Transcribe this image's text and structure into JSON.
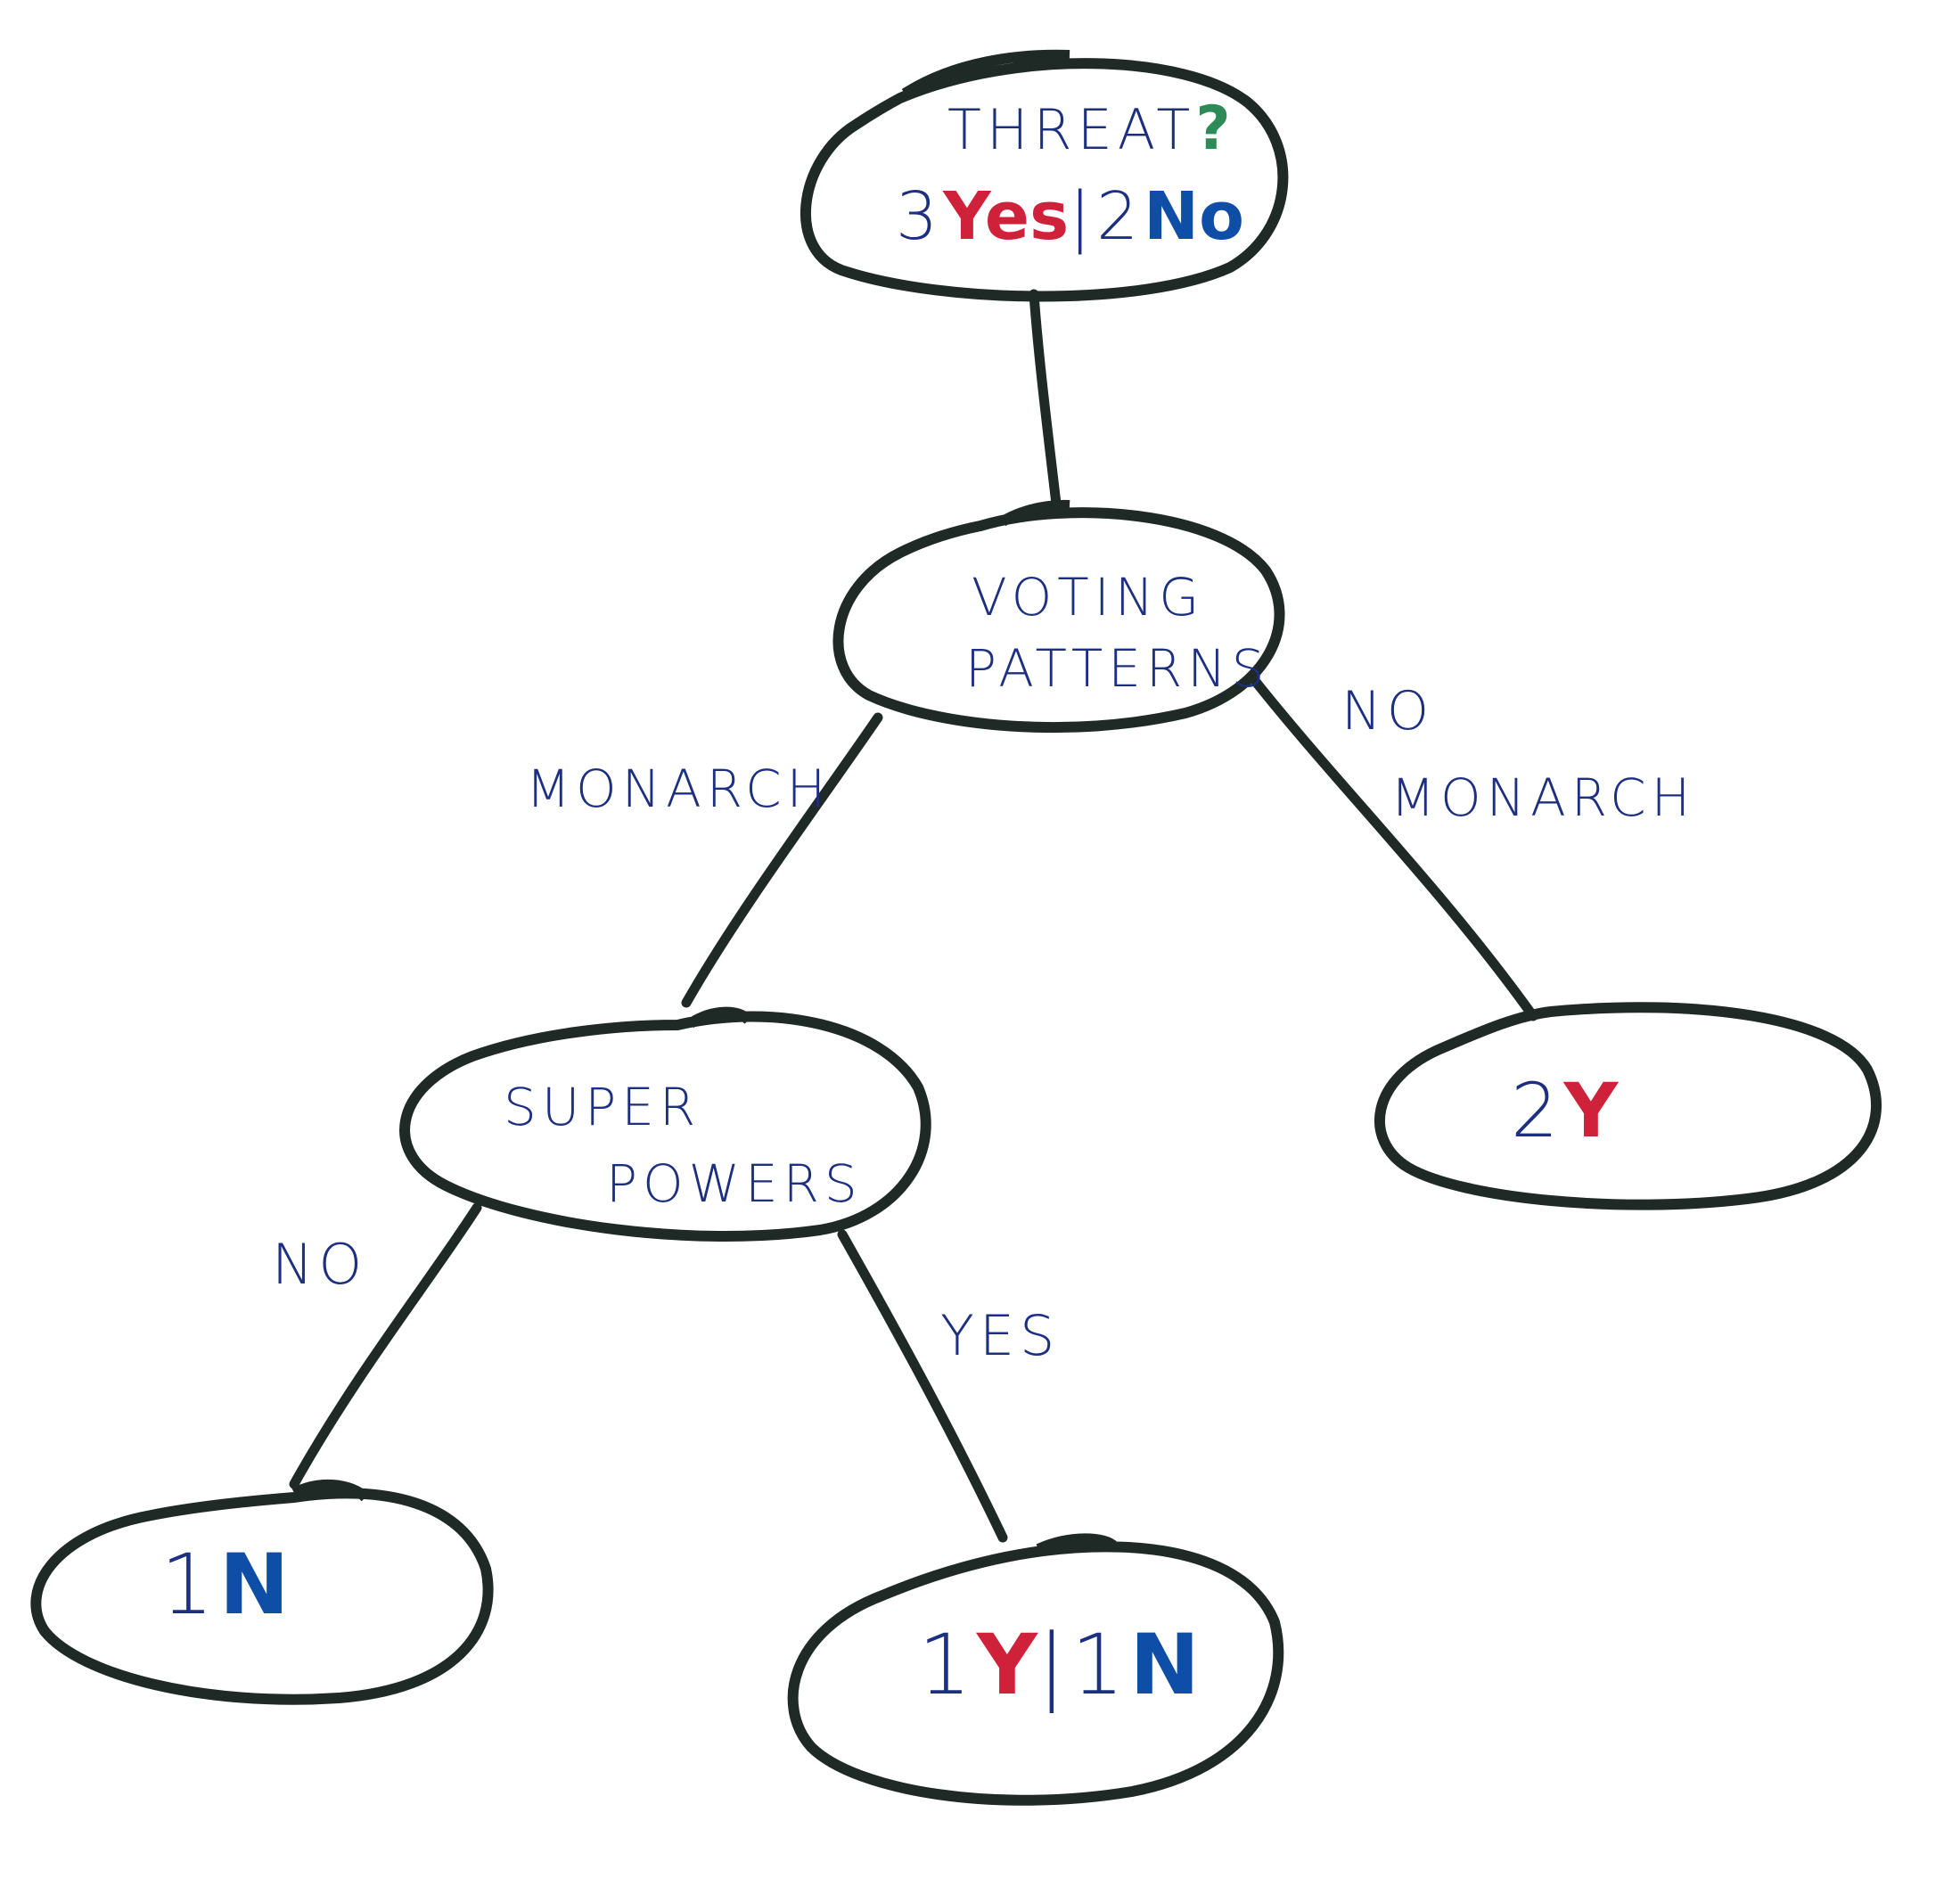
{
  "colors": {
    "outline": "#1f2a26",
    "ink_blue": "#1c2f80",
    "yes_red": "#d0213a",
    "no_blue": "#0f4ea6",
    "question_green": "#2e8b57"
  },
  "root": {
    "title": "THREAT",
    "question_mark": "?",
    "yes_count": "3",
    "yes_word": "Yes",
    "separator": "|",
    "no_count": "2",
    "no_word": "No"
  },
  "voting": {
    "line1": "VOTING",
    "line2": "PATTERNS"
  },
  "edge_labels": {
    "monarch": "MONARCH",
    "no_monarch_line1": "NO",
    "no_monarch_line2": "MONARCH",
    "no": "NO",
    "yes": "YES"
  },
  "superpowers": {
    "line1": "SUPER",
    "line2": "POWERS"
  },
  "leaf_2y": {
    "count": "2",
    "letter": "Y"
  },
  "leaf_1n": {
    "count": "1",
    "letter": "N"
  },
  "leaf_mixed": {
    "y_count": "1",
    "y_letter": "Y",
    "separator": "|",
    "n_count": "1",
    "n_letter": "N"
  }
}
